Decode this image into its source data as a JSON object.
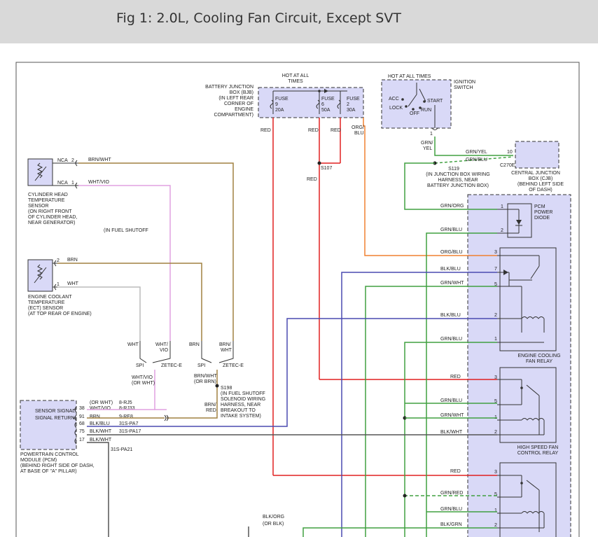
{
  "header": {
    "title": "Fig 1: 2.0L, Cooling Fan Circuit, Except SVT"
  },
  "bjb": {
    "hot": [
      "HOT AT ALL",
      "TIMES"
    ],
    "label": [
      "BATTERY JUNCTION",
      "BOX (BJB)",
      "(IN LEFT REAR",
      "CORNER OF",
      "ENGINE",
      "COMPARTMENT)"
    ],
    "fuses": [
      {
        "name": "FUSE",
        "num": "9",
        "amp": "20A"
      },
      {
        "name": "FUSE",
        "num": "6",
        "amp": "50A"
      },
      {
        "name": "FUSE",
        "num": "2",
        "amp": "30A"
      }
    ]
  },
  "ignition": {
    "hot": "HOT AT ALL TIMES",
    "label": [
      "IGNITION",
      "SWITCH"
    ],
    "positions": [
      "ACC",
      "LOCK",
      "OFF",
      "START",
      "RUN"
    ],
    "pin": "1"
  },
  "cjb": {
    "label": [
      "CENTRAL JUNCTION",
      "BOX (CJB)",
      "(BEHIND LEFT SIDE",
      "OF DASH)"
    ],
    "pin": "10",
    "connector": "C270E"
  },
  "splices": {
    "s107": "S107",
    "s119": [
      "S119",
      "(IN JUNCTION BOX WIRING",
      "HARNESS, NEAR",
      "BATTERY JUNCTION BOX)"
    ],
    "s198": [
      "S198",
      "(IN FUEL SHUTOFF",
      "SOLENOID WIRING",
      "HARNESS, NEAR",
      "BREAKOUT TO",
      "INTAKE SYSTEM)"
    ]
  },
  "wires": {
    "red": "RED",
    "org_blu": [
      "ORG/",
      "BLU"
    ],
    "grn_yel_v": [
      "GRN/",
      "YEL"
    ],
    "grn_yel": "GRN/YEL",
    "grn_blu": "GRN/BLU",
    "grn_org": "GRN/ORG",
    "org_blu_h": "ORG/BLU",
    "blk_blu": "BLK/BLU",
    "grn_wht": "GRN/WHT",
    "blk_wht": "BLK/WHT",
    "grn_red": "GRN/RED",
    "blk_grn": "BLK/GRN",
    "brn_wht": "BRN/WHT",
    "wht_vio": "WHT/VIO",
    "brn": "BRN",
    "wht": "WHT",
    "wht_v": [
      "WHT/",
      "VIO"
    ],
    "brn_v": [
      "BRN/",
      "WHT"
    ],
    "spi": "SPI",
    "zetec": "ZETEC-E",
    "wht_vio_or": [
      "WHT/VIO",
      "(OR WHT)"
    ],
    "brn_wht_or": [
      "BRN/WHT",
      "(OR BRN)"
    ],
    "brn_red": [
      "BRN/",
      "RED"
    ],
    "blk_org": [
      "BLK/ORG",
      "(OR BLK)"
    ],
    "fuel_shutoff": "(IN FUEL SHUTOFF",
    "nca": "NCA"
  },
  "cht": {
    "label": [
      "CYLINDER HEAD",
      "TEMPERATURE",
      "SENSOR",
      "(ON RIGHT FRONT",
      "OF CYLINDER HEAD,",
      "NEAR GENERATOR)"
    ],
    "pins": [
      "2",
      "1"
    ]
  },
  "ect": {
    "label": [
      "ENGINE COOLANT",
      "TEMPERATURE",
      "(ECT) SENSOR",
      "(AT TOP REAR OF ENGINE)"
    ],
    "pins": [
      "2",
      "1"
    ]
  },
  "pcm": {
    "signals": [
      "SENSOR SIGNAL",
      "SIGNAL RETURN"
    ],
    "label": [
      "POWERTRAIN CONTROL",
      "MODULE (PCM)",
      "(BEHIND RIGHT SIDE OF DASH,",
      "AT BASE OF \"A\" PILLAR)"
    ],
    "pins": [
      {
        "pin": "38",
        "color": "(OR WHT)",
        "color2": "WHT/VIO",
        "circuit": "8-RJ5"
      },
      {
        "pin": "91",
        "color": "BRN",
        "color2": "",
        "circuit": "9-RE8"
      },
      {
        "pin": "68",
        "color": "BLK/BLU",
        "color2": "",
        "circuit": "31S-PA7"
      },
      {
        "pin": "75",
        "color": "BLK/WHT",
        "color2": "",
        "circuit": "31S-PA17"
      },
      {
        "pin": "17",
        "color": "BLK/WHT",
        "color2": "",
        "circuit": "31S-PA21"
      }
    ],
    "circuit_wv": "8-RJ33"
  },
  "diode": {
    "label": [
      "PCM",
      "POWER",
      "DIODE"
    ],
    "pins": [
      "1",
      "2"
    ]
  },
  "relay_ecf": {
    "label": [
      "ENGINE COOLING",
      "FAN RELAY"
    ],
    "pins": [
      "3",
      "7",
      "5",
      "2",
      "1"
    ]
  },
  "relay_hs": {
    "label": [
      "HIGH SPEED FAN",
      "CONTROL RELAY"
    ],
    "pins": [
      "3",
      "5",
      "1",
      "2"
    ]
  },
  "relay_3": {
    "pins": [
      "3",
      "5",
      "1",
      "2"
    ]
  }
}
